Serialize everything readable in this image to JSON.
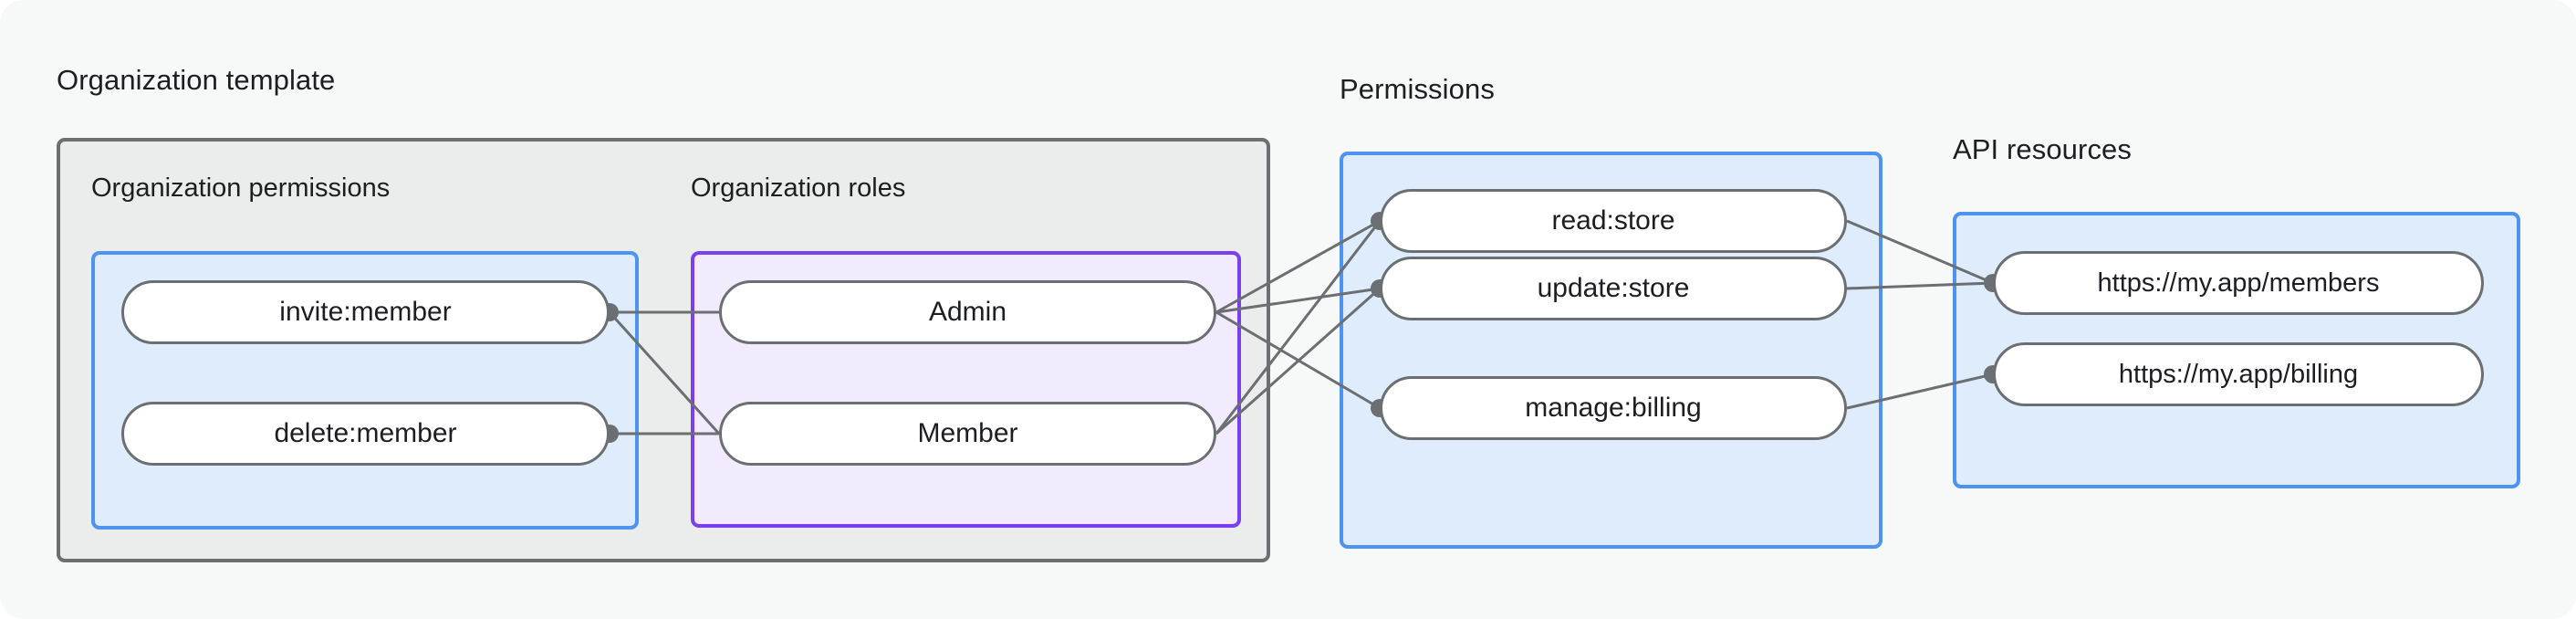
{
  "diagram": {
    "title_groups": {
      "organization_template": "Organization template",
      "permissions": "Permissions",
      "api_resources": "API resources"
    },
    "subgroups": {
      "organization_permissions": "Organization permissions",
      "organization_roles": "Organization roles"
    }
  },
  "organization_permissions": {
    "label": "Organization permissions",
    "items": [
      {
        "id": "invite-member",
        "label": "invite:member"
      },
      {
        "id": "delete-member",
        "label": "delete:member"
      }
    ]
  },
  "organization_roles": {
    "label": "Organization roles",
    "items": [
      {
        "id": "admin",
        "label": "Admin"
      },
      {
        "id": "member",
        "label": "Member"
      }
    ]
  },
  "permissions": {
    "label": "Permissions",
    "items": [
      {
        "id": "read-store",
        "label": "read:store"
      },
      {
        "id": "update-store",
        "label": "update:store"
      },
      {
        "id": "manage-billing",
        "label": "manage:billing"
      }
    ]
  },
  "api_resources": {
    "label": "API resources",
    "items": [
      {
        "id": "members",
        "label": "https://my.app/members"
      },
      {
        "id": "billing",
        "label": "https://my.app/billing"
      }
    ]
  },
  "edges": [
    {
      "from": "invite-member",
      "to": "admin"
    },
    {
      "from": "invite-member",
      "to": "member"
    },
    {
      "from": "delete-member",
      "to": "member"
    },
    {
      "from": "admin",
      "to": "read-store"
    },
    {
      "from": "admin",
      "to": "update-store"
    },
    {
      "from": "admin",
      "to": "manage-billing"
    },
    {
      "from": "member",
      "to": "read-store"
    },
    {
      "from": "member",
      "to": "update-store"
    },
    {
      "from": "read-store",
      "to": "members"
    },
    {
      "from": "update-store",
      "to": "members"
    },
    {
      "from": "manage-billing",
      "to": "billing"
    }
  ],
  "colors": {
    "canvas_background": "#f7f8f8",
    "group_fill": "#ebecec",
    "group_border": "#6b6f72",
    "blue_fill": "#deecfc",
    "blue_border": "#4e93f0",
    "purple_fill": "#f2eafd",
    "purple_border": "#7b3ff2",
    "node_fill": "#ffffff",
    "node_border": "#6b6f72",
    "edge_stroke": "#6b6f72",
    "text": "#1c1e21"
  }
}
